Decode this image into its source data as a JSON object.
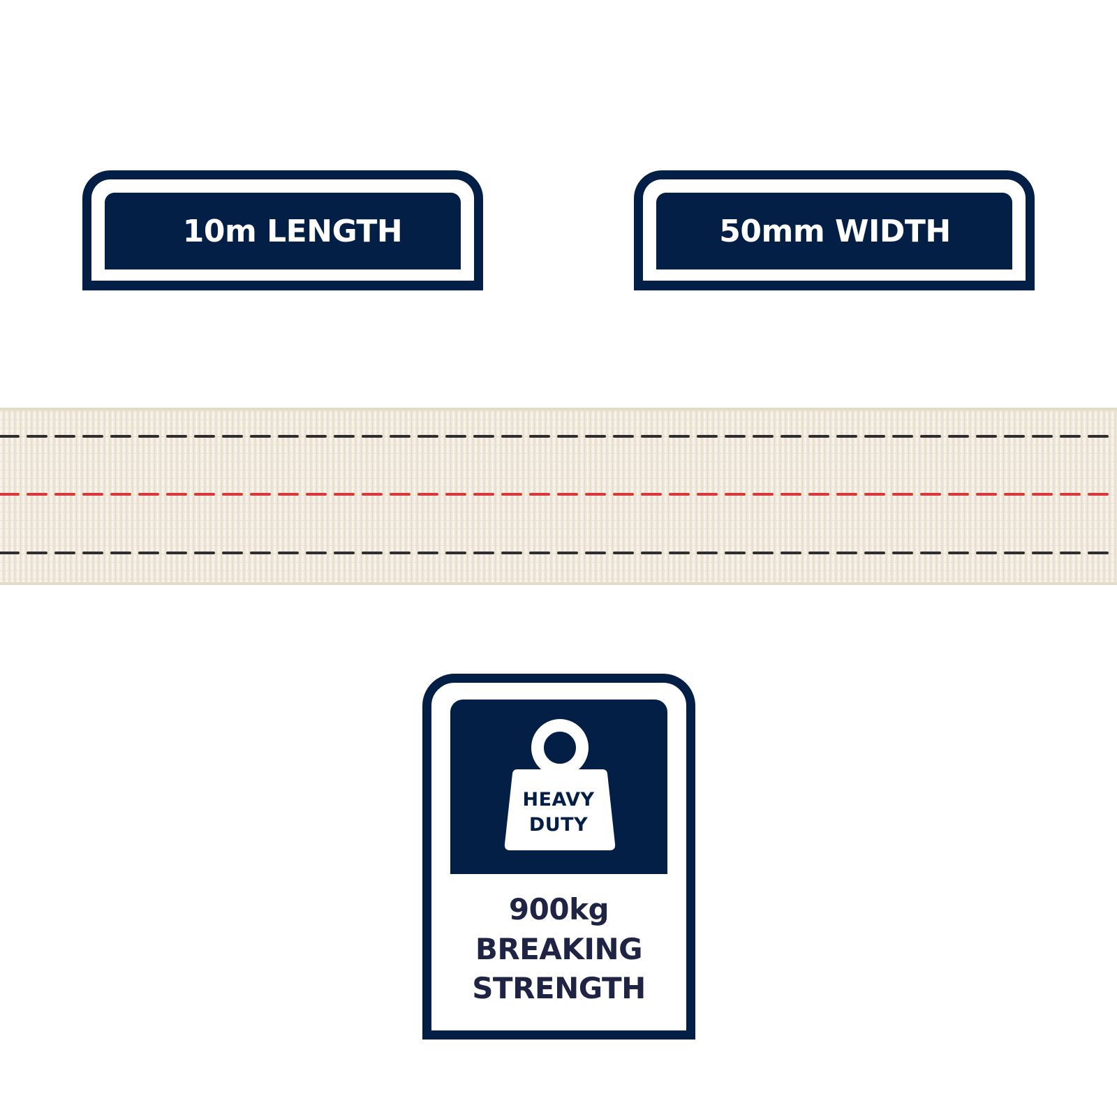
{
  "badges": {
    "length": "10m LENGTH",
    "width": "50mm WIDTH"
  },
  "product": {
    "icon": "heavy-duty-weight-icon",
    "icon_text_line1": "HEAVY",
    "icon_text_line2": "DUTY",
    "strength_line1": "900kg",
    "strength_line2": "BREAKING",
    "strength_line3": "STRENGTH"
  },
  "colors": {
    "navy": "#041f45",
    "webbing": "#f0e9dd",
    "stitch_dark": "#2e2e2e",
    "stitch_red": "#d8383a",
    "text": "#1f2445"
  }
}
